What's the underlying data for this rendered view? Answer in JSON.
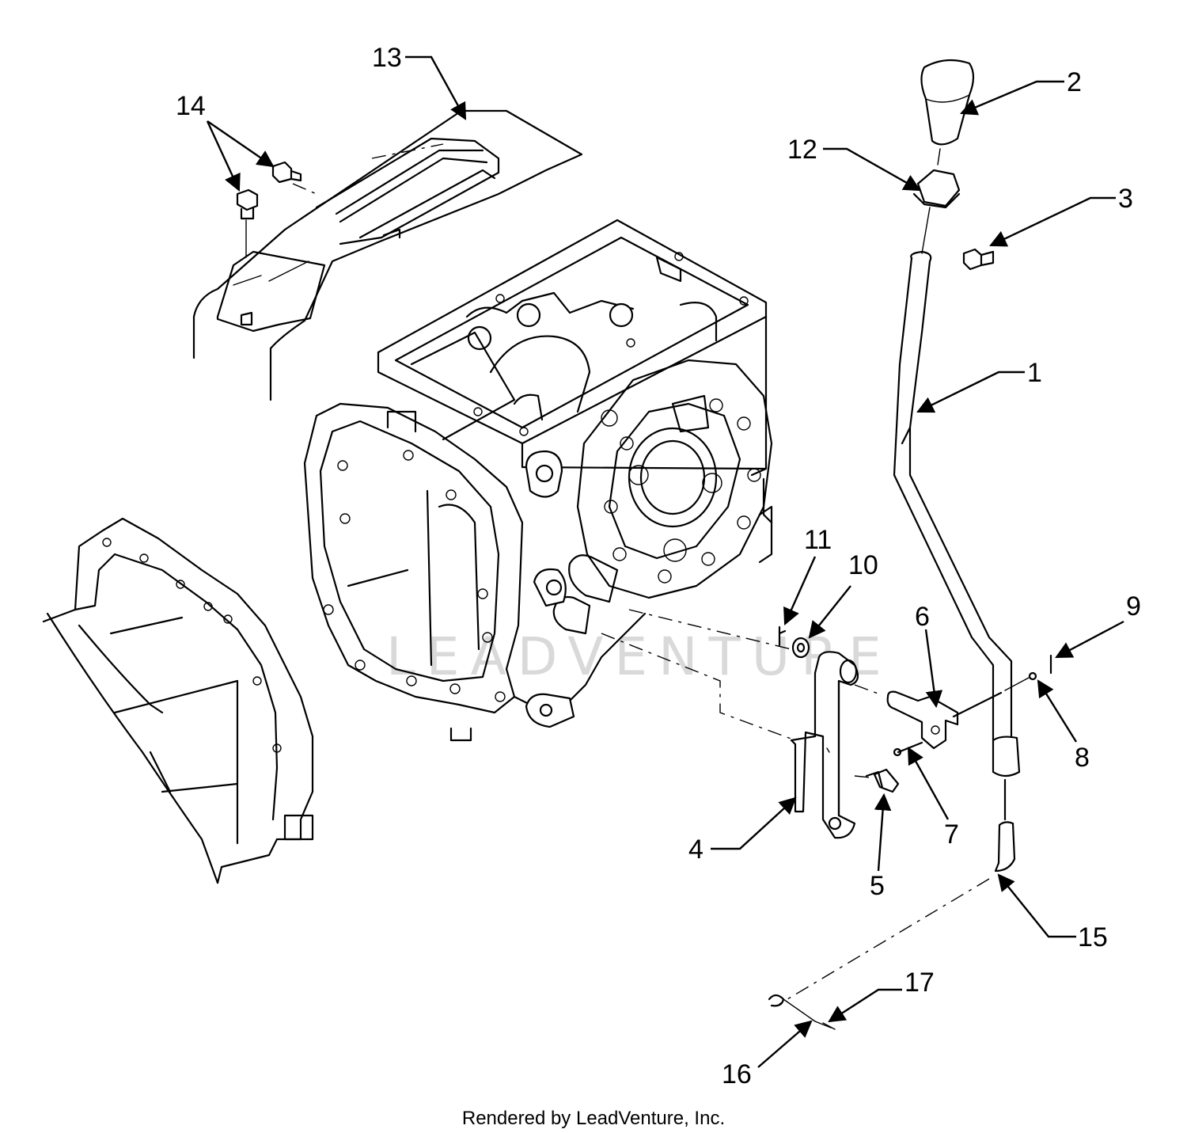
{
  "callouts": [
    {
      "id": "c1",
      "label": "1"
    },
    {
      "id": "c2",
      "label": "2"
    },
    {
      "id": "c3",
      "label": "3"
    },
    {
      "id": "c4",
      "label": "4"
    },
    {
      "id": "c5",
      "label": "5"
    },
    {
      "id": "c6",
      "label": "6"
    },
    {
      "id": "c7",
      "label": "7"
    },
    {
      "id": "c8",
      "label": "8"
    },
    {
      "id": "c9",
      "label": "9"
    },
    {
      "id": "c10",
      "label": "10"
    },
    {
      "id": "c11",
      "label": "11"
    },
    {
      "id": "c12",
      "label": "12"
    },
    {
      "id": "c13",
      "label": "13"
    },
    {
      "id": "c14",
      "label": "14"
    },
    {
      "id": "c15",
      "label": "15"
    },
    {
      "id": "c16",
      "label": "16"
    },
    {
      "id": "c17",
      "label": "17"
    }
  ],
  "watermark": "LEADVENTURE",
  "footer": "Rendered by LeadVenture, Inc.",
  "colors": {
    "line": "#000000",
    "background": "#ffffff",
    "watermark": "#d9d9d9"
  }
}
